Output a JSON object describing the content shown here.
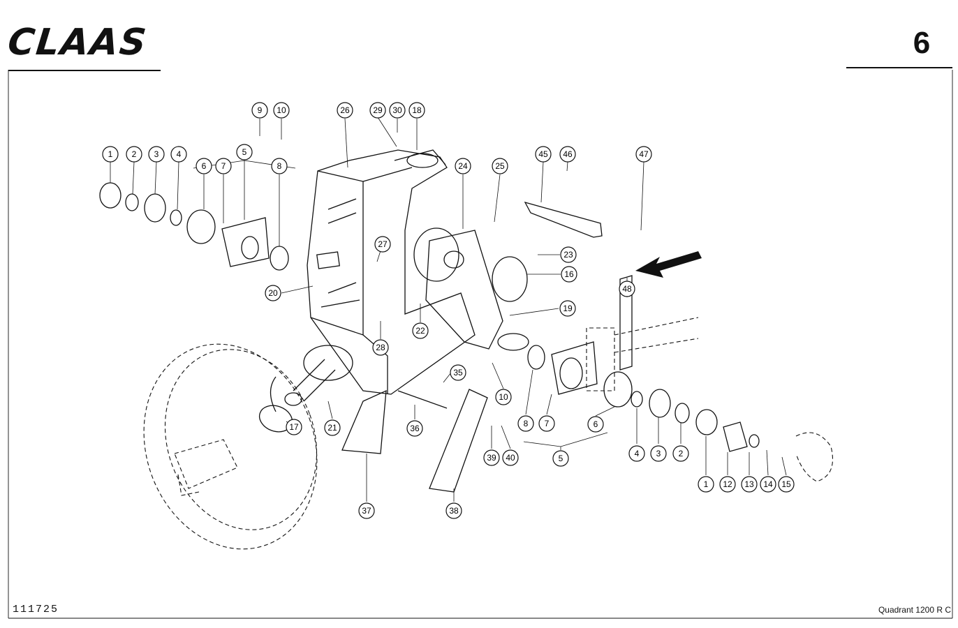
{
  "header": {
    "brand_logo": "CLAAS",
    "page_number": "6"
  },
  "footer": {
    "drawing_number": "111725",
    "model": "Quadrant  1200 R C"
  },
  "callouts": [
    {
      "label": "1"
    },
    {
      "label": "2"
    },
    {
      "label": "3"
    },
    {
      "label": "4"
    },
    {
      "label": "5"
    },
    {
      "label": "6"
    },
    {
      "label": "7"
    },
    {
      "label": "8"
    },
    {
      "label": "9"
    },
    {
      "label": "10"
    },
    {
      "label": "26"
    },
    {
      "label": "29"
    },
    {
      "label": "30"
    },
    {
      "label": "18"
    },
    {
      "label": "24"
    },
    {
      "label": "25"
    },
    {
      "label": "45"
    },
    {
      "label": "46"
    },
    {
      "label": "47"
    },
    {
      "label": "27"
    },
    {
      "label": "23"
    },
    {
      "label": "16"
    },
    {
      "label": "20"
    },
    {
      "label": "22"
    },
    {
      "label": "19"
    },
    {
      "label": "48"
    },
    {
      "label": "28"
    },
    {
      "label": "35"
    },
    {
      "label": "10"
    },
    {
      "label": "8"
    },
    {
      "label": "7"
    },
    {
      "label": "6"
    },
    {
      "label": "4"
    },
    {
      "label": "3"
    },
    {
      "label": "2"
    },
    {
      "label": "17"
    },
    {
      "label": "21"
    },
    {
      "label": "36"
    },
    {
      "label": "39"
    },
    {
      "label": "40"
    },
    {
      "label": "5"
    },
    {
      "label": "1"
    },
    {
      "label": "12"
    },
    {
      "label": "13"
    },
    {
      "label": "14"
    },
    {
      "label": "15"
    },
    {
      "label": "37"
    },
    {
      "label": "38"
    }
  ]
}
